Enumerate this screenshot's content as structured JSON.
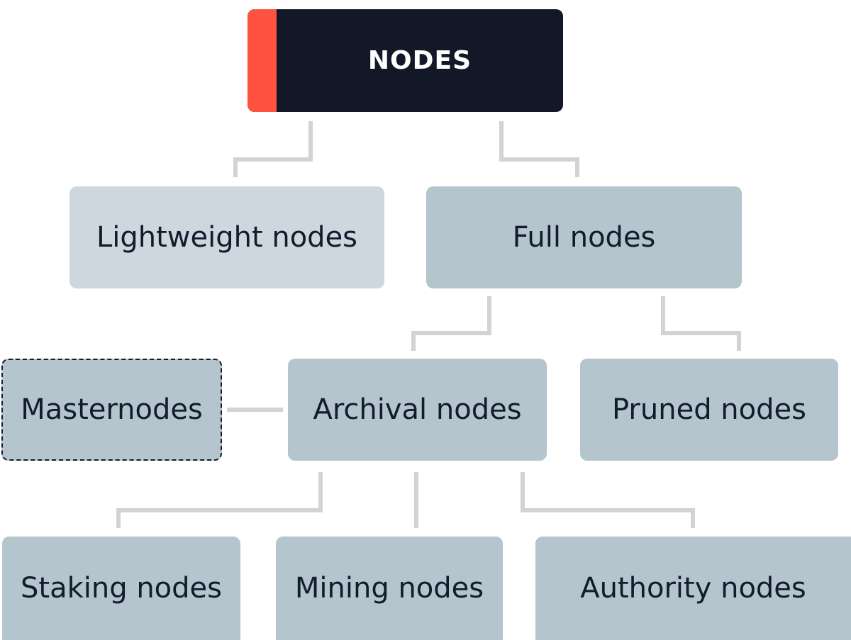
{
  "diagram": {
    "type": "tree",
    "colors": {
      "root_bg": "#131829",
      "root_accent": "#ff5240",
      "root_text": "#ffffff",
      "light_node": "#ccd8de",
      "node": "#b4c5ce",
      "node_text": "#141b2d",
      "connector": "#d3d3d3"
    },
    "nodes": {
      "root": {
        "label": "NODES"
      },
      "lightweight": {
        "label": "Lightweight nodes",
        "parent": "root"
      },
      "full": {
        "label": "Full nodes",
        "parent": "root"
      },
      "archival": {
        "label": "Archival nodes",
        "parent": "full"
      },
      "pruned": {
        "label": "Pruned nodes",
        "parent": "full"
      },
      "masternodes": {
        "label": "Masternodes",
        "linked_to": "archival",
        "style": "dashed"
      },
      "staking": {
        "label": "Staking nodes",
        "parent": "archival"
      },
      "mining": {
        "label": "Mining nodes",
        "parent": "archival"
      },
      "authority": {
        "label": "Authority nodes",
        "parent": "archival"
      }
    }
  }
}
